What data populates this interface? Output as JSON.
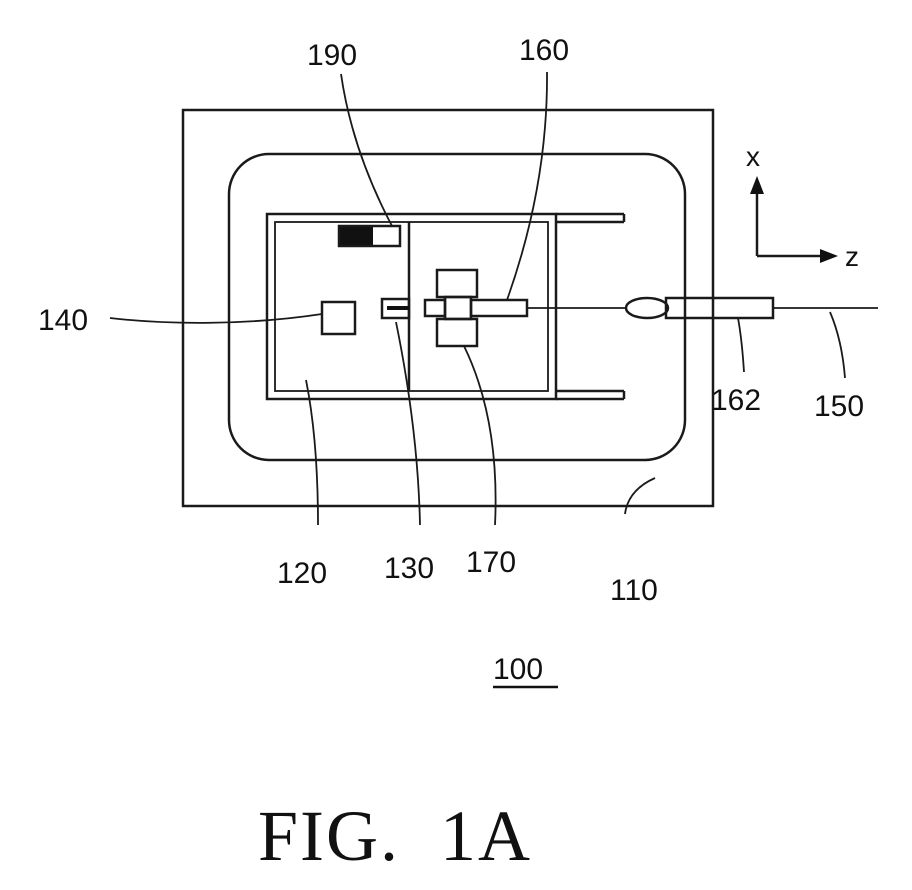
{
  "labels": {
    "l190": "190",
    "l160": "160",
    "l140": "140",
    "l120": "120",
    "l130": "130",
    "l170": "170",
    "l110": "110",
    "l162": "162",
    "l150": "150",
    "l100": "100"
  },
  "axes": {
    "x": "x",
    "z": "z"
  },
  "figure_caption": "FIG.  1A"
}
